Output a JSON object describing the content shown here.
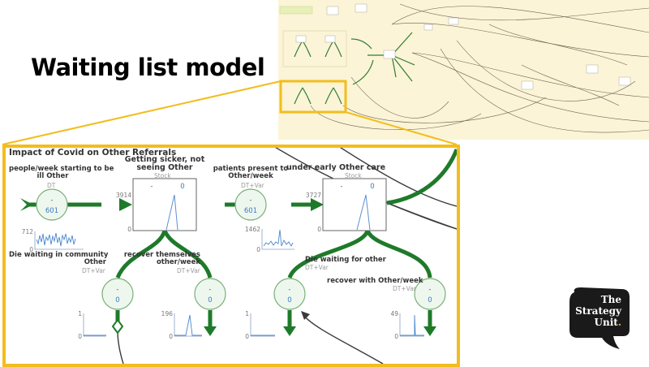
{
  "slide": {
    "title": "Waiting list model",
    "accent_color": "#f2bd1d",
    "flow_color": "#1e7a2a"
  },
  "panel": {
    "title": "Impact of Covid on Other Referrals",
    "nodes": [
      {
        "id": "start-ill",
        "label_line1": "people/week starting to be",
        "label_line2": "ill Other",
        "type": "DT",
        "dash": "-",
        "value": "601",
        "chart_max": "712",
        "chart_min": "0"
      },
      {
        "id": "getting-sicker",
        "label_line1": "Getting sicker, not",
        "label_line2": "seeing Other",
        "type": "Stock",
        "dash": "-",
        "value": "0",
        "chart_max": "3914",
        "chart_min": "0"
      },
      {
        "id": "present",
        "label_line1": "patients present to",
        "label_line2": "Other/week",
        "type": "DT+Var",
        "dash": "-",
        "value": "601",
        "chart_max": "1462",
        "chart_min": "0"
      },
      {
        "id": "early-care",
        "label_line1": "under early Other care",
        "label_line2": "",
        "type": "Stock",
        "dash": "-",
        "value": "0",
        "chart_max": "3727",
        "chart_min": "0"
      },
      {
        "id": "die-community",
        "label_line1": "Die waiting in community",
        "label_line2": "Other",
        "type": "DT+Var",
        "dash": "-",
        "value": "0",
        "chart_max": "1",
        "chart_min": "0"
      },
      {
        "id": "recover-themselves",
        "label_line1": "recover themselves",
        "label_line2": "other/week",
        "type": "DT+Var",
        "dash": "-",
        "value": "0",
        "chart_max": "196",
        "chart_min": "0"
      },
      {
        "id": "die-other",
        "label_line1": "Die waiting for other",
        "label_line2": "",
        "type": "DT+Var",
        "dash": "-",
        "value": "0",
        "chart_max": "1",
        "chart_min": "0"
      },
      {
        "id": "recover-with",
        "label_line1": "recover with Other/week",
        "label_line2": "",
        "type": "DT+Var",
        "dash": "-",
        "value": "0",
        "chart_max": "49",
        "chart_min": "0"
      }
    ]
  },
  "logo": {
    "line1": "The",
    "line2": "Strategy",
    "line3": "Unit",
    "dot": "."
  }
}
